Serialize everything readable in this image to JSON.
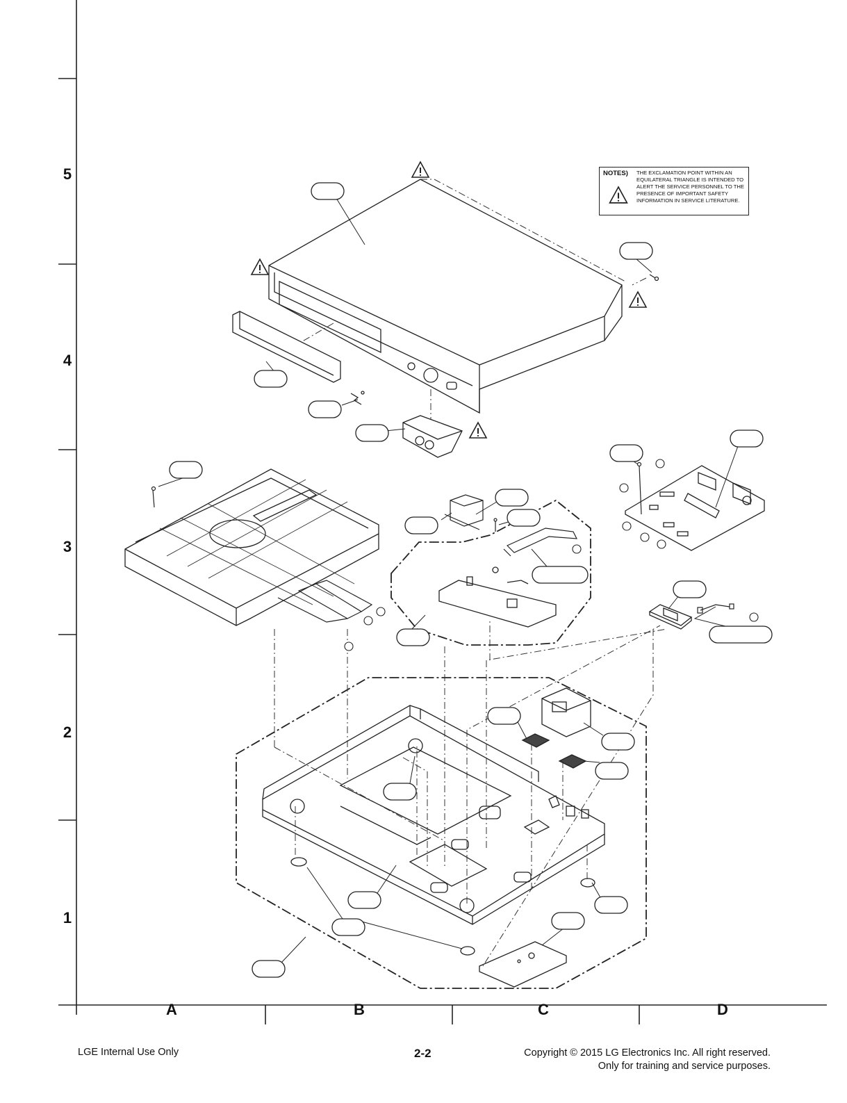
{
  "grid": {
    "rows": [
      "5",
      "4",
      "3",
      "2",
      "1"
    ],
    "columns": [
      "A",
      "B",
      "C",
      "D"
    ]
  },
  "notes": {
    "title": "NOTES)",
    "text": "THE EXCLAMATION POINT WITHIN AN EQUILATERAL TRIANGLE IS INTENDED TO ALERT THE SERVICE PERSONNEL TO THE PRESENCE OF IMPORTANT SAFETY INFORMATION IN SERVICE LITERATURE."
  },
  "footer": {
    "left": "LGE Internal Use Only",
    "page": "2-2",
    "copyright_line1": "Copyright © 2015 LG Electronics Inc. All right reserved.",
    "copyright_line2": "Only for training and service purposes."
  },
  "icons": {
    "warning": "warning-triangle-icon"
  },
  "colors": {
    "line": "#222222",
    "background": "#ffffff"
  }
}
